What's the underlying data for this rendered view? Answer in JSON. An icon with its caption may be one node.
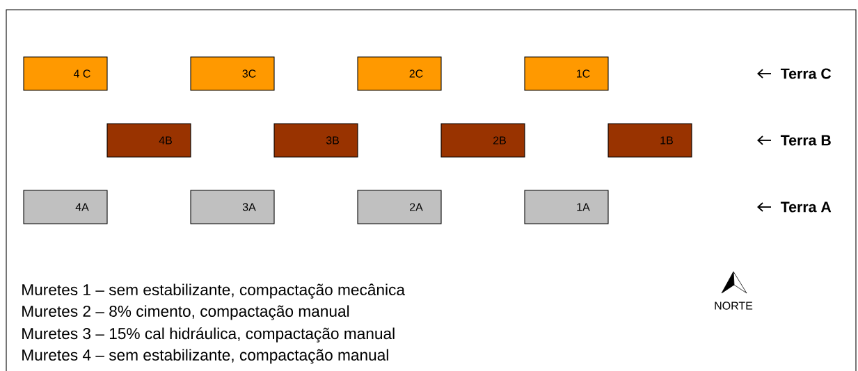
{
  "diagram": {
    "nodes": [
      {
        "text": [
          "4 C"
        ]
      },
      {
        "text": [
          "3C"
        ]
      },
      {
        "text": [
          "2C"
        ]
      },
      {
        "text": [
          "1C"
        ]
      },
      {
        "text": [
          "4B"
        ]
      },
      {
        "text": [
          "3B"
        ]
      },
      {
        "text": [
          "2B"
        ]
      },
      {
        "text": [
          "1B"
        ]
      },
      {
        "text": [
          "4A"
        ]
      },
      {
        "text": [
          "3A"
        ]
      },
      {
        "text": [
          "2A"
        ]
      },
      {
        "text": [
          "1A"
        ]
      }
    ],
    "labels": [
      "Terra C",
      "Terra B",
      "Terra A",
      "NORTE",
      "Muretes 1  –  sem estabilizante, compactação mecânica",
      "Muretes 2  –  8% cimento, compactação manual",
      "Muretes 3  – 15% cal hidráulica, compactação manual",
      "Muretes 4  – sem estabilizante, compactação manual"
    ]
  }
}
